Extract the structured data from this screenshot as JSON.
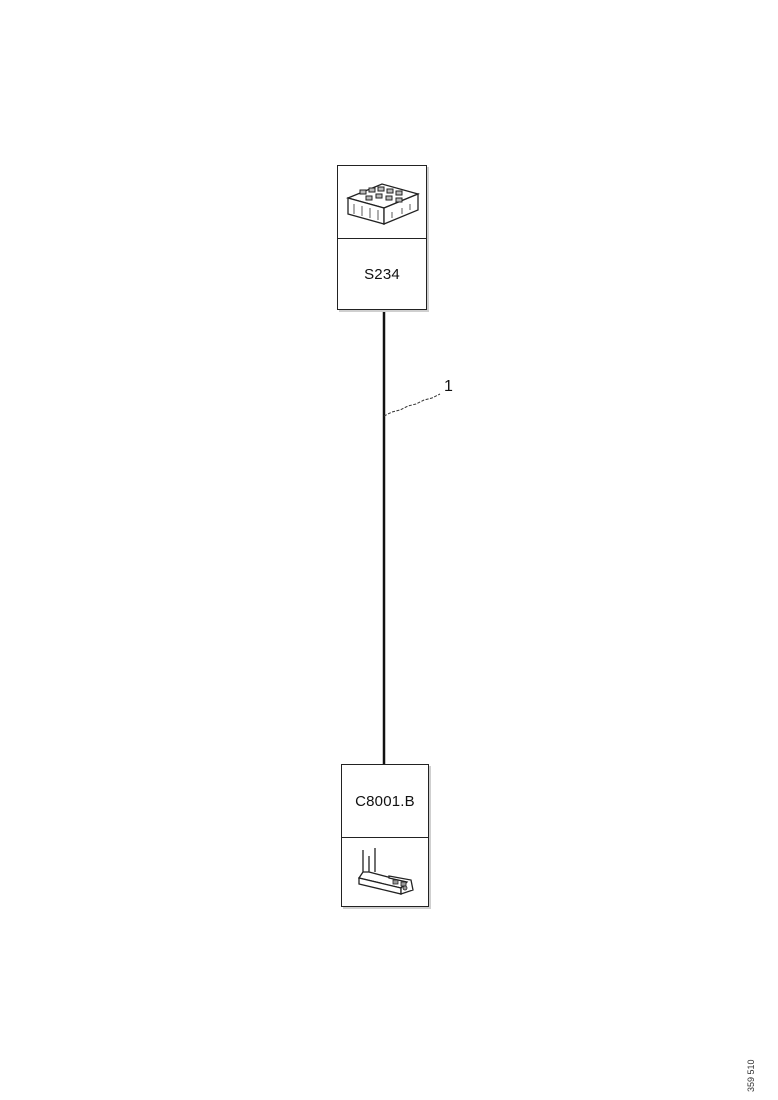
{
  "connectors": {
    "top": {
      "label": "S234",
      "icon": "connector-block-icon"
    },
    "bottom": {
      "label": "C8001.B",
      "icon": "terminal-clip-icon"
    }
  },
  "wire": {
    "callout": "1"
  },
  "reference_code": "359 510"
}
